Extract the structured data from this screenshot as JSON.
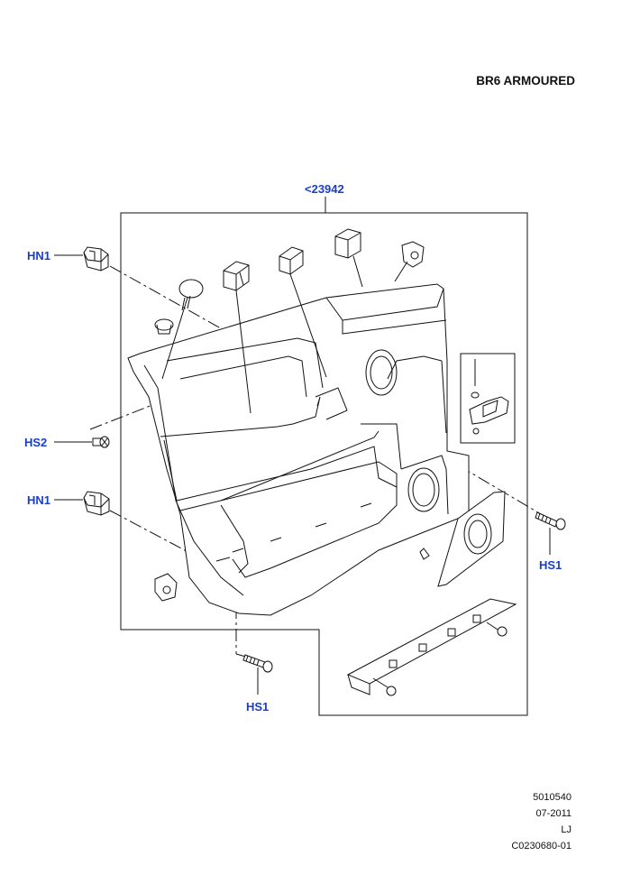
{
  "header": {
    "title": "BR6 ARMOURED"
  },
  "callouts": {
    "assembly": "<23942",
    "hn1_top": "HN1",
    "hs2": "HS2",
    "hn1_lower": "HN1",
    "hs1_right": "HS1",
    "hs1_bottom": "HS1"
  },
  "footer": {
    "code": "5010540",
    "date": "07-2011",
    "initials": "LJ",
    "ref": "C0230680-01"
  },
  "colors": {
    "callout": "#1a3fc6",
    "line": "#111111"
  }
}
